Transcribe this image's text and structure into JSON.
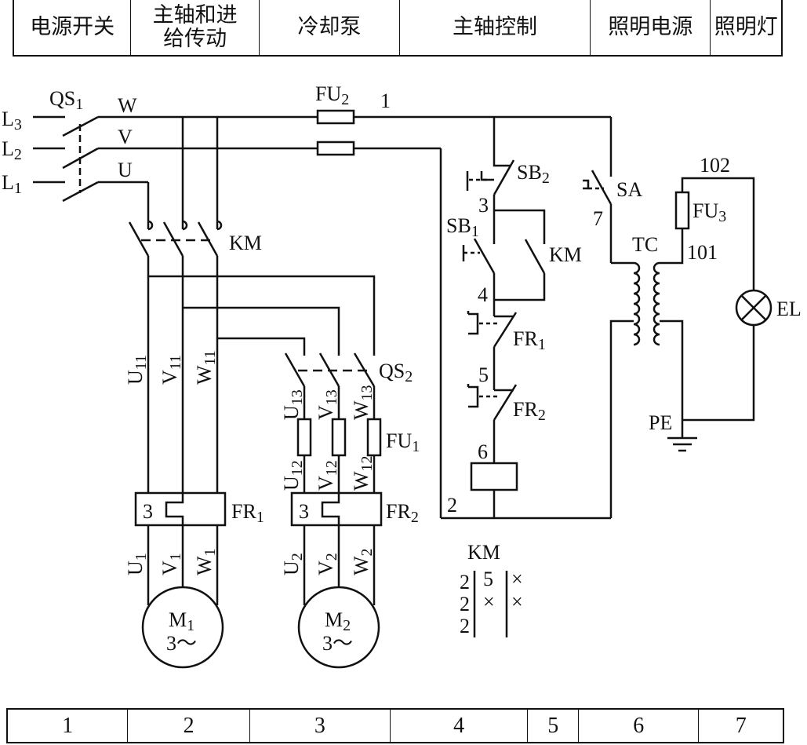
{
  "header": {
    "sections": [
      {
        "label": "电源开关"
      },
      {
        "label": "主轴和进给传动"
      },
      {
        "label": "冷却泵"
      },
      {
        "label": "主轴控制"
      },
      {
        "label": "照明电源"
      },
      {
        "label": "照明灯"
      }
    ]
  },
  "footer": {
    "zones": [
      {
        "label": "1"
      },
      {
        "label": "2"
      },
      {
        "label": "3"
      },
      {
        "label": "4"
      },
      {
        "label": "5"
      },
      {
        "label": "6"
      },
      {
        "label": "7"
      }
    ]
  },
  "diagram": {
    "lines": {
      "L3": "L",
      "L3_sub": "3",
      "L2": "L",
      "L2_sub": "2",
      "L1": "L",
      "L1_sub": "1"
    },
    "phases": {
      "W": "W",
      "V": "V",
      "U": "U"
    },
    "qs1": {
      "name": "QS",
      "sub": "1"
    },
    "fu2": {
      "name": "FU",
      "sub": "2"
    },
    "km_main": "KM",
    "wires_main": {
      "u11": "U",
      "u11_sub": "11",
      "v11": "V",
      "v11_sub": "11",
      "w11": "W",
      "w11_sub": "11"
    },
    "qs2": {
      "name": "QS",
      "sub": "2"
    },
    "wires_cool": {
      "u13": "U",
      "u13_sub": "13",
      "v13": "V",
      "v13_sub": "13",
      "w13": "W",
      "w13_sub": "13",
      "u12": "U",
      "u12_sub": "12",
      "v12": "V",
      "v12_sub": "12",
      "w12": "W",
      "w12_sub": "12"
    },
    "fu1": {
      "name": "FU",
      "sub": "1"
    },
    "fr1": {
      "name": "FR",
      "sub": "1",
      "phase_count": "3"
    },
    "fr2": {
      "name": "FR",
      "sub": "2",
      "phase_count": "3"
    },
    "motor_wires_1": {
      "u": "U",
      "u_sub": "1",
      "v": "V",
      "v_sub": "1",
      "w": "W",
      "w_sub": "1"
    },
    "motor_wires_2": {
      "u": "U",
      "u_sub": "2",
      "v": "V",
      "v_sub": "2",
      "w": "W",
      "w_sub": "2"
    },
    "m1": {
      "name": "M",
      "sub": "1",
      "phase": "3～"
    },
    "m2": {
      "name": "M",
      "sub": "2",
      "phase": "3～"
    },
    "control": {
      "node_1": "1",
      "node_2": "2",
      "node_3": "3",
      "node_4": "4",
      "node_5": "5",
      "node_6": "6",
      "node_7": "7",
      "sb2": {
        "name": "SB",
        "sub": "2"
      },
      "sb1": {
        "name": "SB",
        "sub": "1"
      },
      "km_aux": "KM",
      "fr1_contact": {
        "name": "FR",
        "sub": "1"
      },
      "fr2_contact": {
        "name": "FR",
        "sub": "2"
      },
      "sa": "SA"
    },
    "lighting": {
      "tc": "TC",
      "fu3": {
        "name": "FU",
        "sub": "3"
      },
      "node_101": "101",
      "node_102": "102",
      "el": "EL",
      "pe": "PE"
    },
    "km_table": {
      "title": "KM",
      "col1": [
        "2",
        "2",
        "2"
      ],
      "col2": [
        "5",
        "×"
      ],
      "col3": [
        "×",
        "×"
      ]
    }
  }
}
